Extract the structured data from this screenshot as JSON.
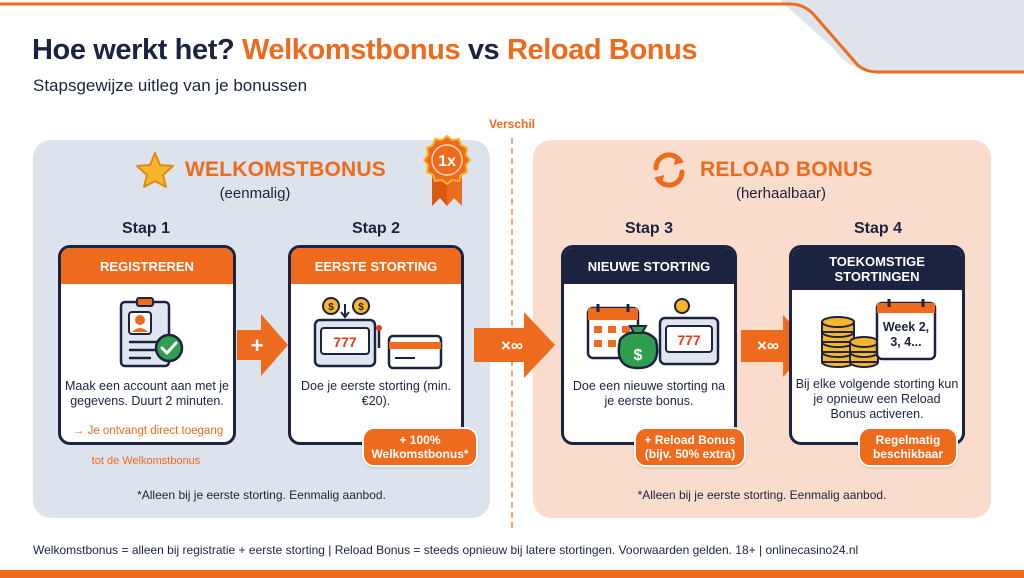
{
  "header": {
    "title_part1": "Hoe werkt het? ",
    "title_part2": "Welkomstbonus",
    "title_part3": " vs ",
    "title_part4": "Reload Bonus",
    "subtitle": "Stapsgewijze uitleg van je bonussen"
  },
  "divider_label": "Verschil",
  "left_panel": {
    "title": "WELKOMSTBONUS",
    "subtitle": "(eenmalig)",
    "badge": "1x",
    "footnote": "*Alleen bij je eerste storting. Eenmalig aanbod."
  },
  "right_panel": {
    "title": "RELOAD BONUS",
    "subtitle": "(herhaalbaar)",
    "footnote": "*Alleen bij je eerste storting. Eenmalig aanbod."
  },
  "steps": [
    {
      "label": "Stap 1",
      "head": "REGISTREREN",
      "text": "Maak een account aan met je gegevens. Duurt 2 minuten.",
      "note": "→ Je ontvangt direct toegang",
      "note_cont": "tot de Welkomstbonus"
    },
    {
      "label": "Stap 2",
      "head": "EERSTE STORTING",
      "text": "Doe je eerste storting (min. €20).",
      "pill": "+ 100% Welkomstbonus*"
    },
    {
      "label": "Stap 3",
      "head": "NIEUWE STORTING",
      "text": "Doe een nieuwe storting na je eerste bonus.",
      "pill": "+ Reload Bonus (bijv. 50% extra)"
    },
    {
      "label": "Stap 4",
      "head": "TOEKOMSTIGE STORTINGEN",
      "calendar_text": "Week 2, 3, 4...",
      "text": "Bij elke volgende storting kun je opnieuw een Reload Bonus activeren.",
      "pill": "Regelmatig beschikbaar"
    }
  ],
  "arrows": {
    "plus": "+",
    "repeat_1": "×∞",
    "repeat_2": "×∞"
  },
  "footer": "Welkomstbonus = alleen bij registratie + eerste storting | Reload Bonus = steeds opnieuw bij latere stortingen. Voorwaarden gelden. 18+ | onlinecasino24.nl",
  "colors": {
    "accent": "#ee6a1d",
    "navy": "#1c2340",
    "left_panel_bg": "#dde3ec",
    "right_panel_bg": "#f9dccb"
  },
  "icons": [
    "star-icon",
    "ribbon-badge-icon",
    "refresh-icon",
    "id-card-check-icon",
    "slot-machine-coins-icon",
    "credit-card-icon",
    "calendar-icon",
    "money-bag-icon",
    "coin-stack-icon",
    "week-calendar-icon"
  ]
}
